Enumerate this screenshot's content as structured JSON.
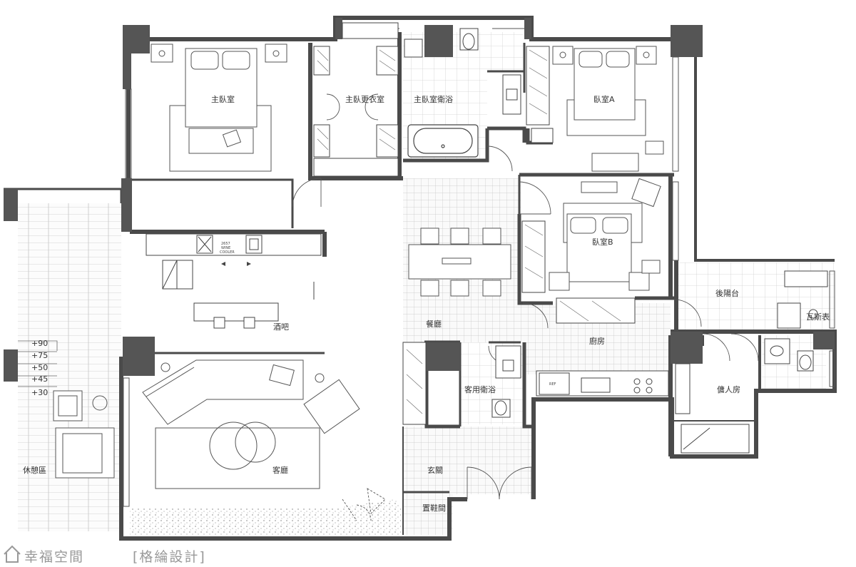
{
  "rooms": {
    "master_bedroom": "主臥室",
    "master_closet": "主臥更衣室",
    "master_bath": "主臥室衛浴",
    "bedroom_a": "臥室A",
    "bedroom_b": "臥室B",
    "rear_balcony": "後陽台",
    "gas_meter": "瓦斯表",
    "bar": "酒吧",
    "dining": "餐廳",
    "kitchen": "廚房",
    "maid_room": "傭人房",
    "guest_bath": "客用衛浴",
    "living": "客廳",
    "lounge": "休憩區",
    "foyer": "玄關",
    "shoe_closet": "置鞋間"
  },
  "appliances": {
    "wine_cooler_1": "2657",
    "wine_cooler_2": "WINE",
    "wine_cooler_3": "COOLER",
    "fridge": "REF"
  },
  "levels": [
    "+90",
    "+75",
    "+50",
    "+45",
    "+30"
  ],
  "watermark": {
    "brand": "幸福空間",
    "designer": "[格綸設計]"
  },
  "colors": {
    "wall": "#4a4a4a",
    "column": "#555555",
    "floor_tile": "#bdbdbd",
    "deck": "#c7c7c7",
    "line": "#555555"
  }
}
